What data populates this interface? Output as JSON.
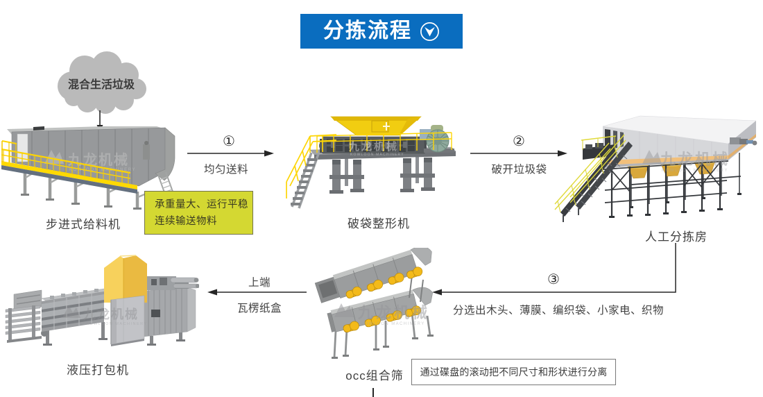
{
  "banner": {
    "title": "分拣流程",
    "icon": "circle-chevron-down-icon",
    "background_color": "#0a6dbf",
    "text_color": "#ffffff"
  },
  "input_cloud": {
    "label": "混合生活垃圾",
    "fill_color": "#b9b9b9"
  },
  "machines": {
    "feeder": {
      "label": "步进式给料机"
    },
    "shredder": {
      "label": "破袋整形机"
    },
    "sorting_room": {
      "label": "人工分拣房"
    },
    "occ_screen": {
      "label": "occ组合筛"
    },
    "baler": {
      "label": "液压打包机"
    }
  },
  "flow": {
    "step1": {
      "number": "①",
      "caption": "均匀送料"
    },
    "step2": {
      "number": "②",
      "caption": "破开垃圾袋"
    },
    "step3": {
      "number": "③",
      "caption": "分选出木头、薄膜、编织袋、小家电、织物"
    },
    "to_baler": {
      "caption_top": "上端",
      "caption_bottom": "瓦楞纸盒"
    }
  },
  "feeder_note": {
    "line1": "承重量大、运行平稳",
    "line2": "连续输送物料",
    "background_color": "#d4d832"
  },
  "occ_note": {
    "text": "通过碟盘的滚动把不同尺寸和形状进行分离"
  },
  "watermark": {
    "cn": "九龙机械",
    "en": "KOWLOON MACHINERY"
  }
}
